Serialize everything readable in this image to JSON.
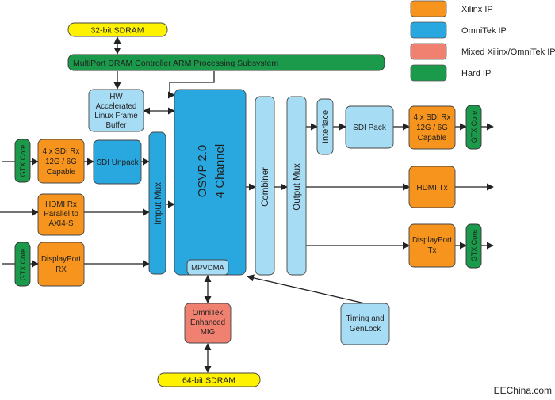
{
  "legend": [
    {
      "label": "Xilinx IP",
      "color": "#f7941d"
    },
    {
      "label": "OmniTek IP",
      "color": "#29a8e0"
    },
    {
      "label": "Mixed Xilinx/OmniTek IP",
      "color": "#f08070"
    },
    {
      "label": "Hard IP",
      "color": "#1b9a4b"
    }
  ],
  "colors": {
    "xilinx": "#f7941d",
    "omnitek": "#29a8e0",
    "omnitek_light": "#a7dcf5",
    "mixed": "#f08070",
    "hard": "#1b9a4b",
    "sdram": "#fff200",
    "line": "#222222"
  },
  "blocks": {
    "sdram32": "32-bit SDRAM",
    "mpdram": "MultiPort DRAM Controller ARM Processing Subsystem",
    "hw_buffer": [
      "HW",
      "Accelerated",
      "Linux Frame",
      "Buffer"
    ],
    "gtx_left_top": "GTX Core",
    "sdi_rx_left": [
      "4 x SDI Rx",
      "12G / 6G",
      "Capable"
    ],
    "sdi_unpack": "SDI Unpack",
    "hdmi_rx": [
      "HDMI Rx",
      "Parallel to",
      "AXI4-S"
    ],
    "gtx_left_bottom": "GTX Core",
    "dp_rx": [
      "DisplayPort",
      "RX"
    ],
    "input_mux": "Imput Mux",
    "osvp": [
      "OSVP 2.0",
      "4 Channel"
    ],
    "mpvdma": "MPVDMA",
    "combiner": "Combiner",
    "output_mux": "Output Mux",
    "interlace": "Interlace",
    "sdi_pack": "SDI Pack",
    "sdi_rx_right": [
      "4 x SDI Rx",
      "12G / 6G",
      "Capable"
    ],
    "gtx_right_top": "GTX Core",
    "hdmi_tx": "HDMI Tx",
    "dp_tx": [
      "DisplayPort",
      "Tx"
    ],
    "gtx_right_bottom": "GTX Core",
    "omnitek_mig": [
      "OmniTek",
      "Enhanced",
      "MIG"
    ],
    "timing": [
      "Timing and",
      "GenLock"
    ],
    "sdram64": "64-bit SDRAM"
  },
  "watermark": "EEChina.com"
}
